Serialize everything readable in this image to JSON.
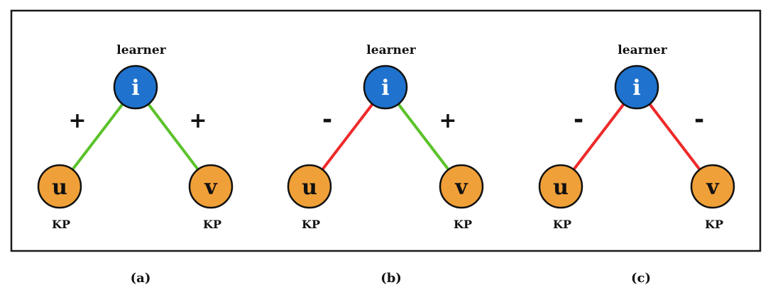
{
  "colors": {
    "frame": "#1a1a1a",
    "learner_node": "#1f73cf",
    "kp_node": "#f0a038",
    "positive_edge": "#5ac229",
    "negative_edge": "#ee2a2a",
    "node_outline": "#111111",
    "learner_letter": "#ffffff",
    "kp_letter": "#111111"
  },
  "icons": {
    "positive": "plus-sign",
    "negative": "minus-sign"
  },
  "panels": [
    {
      "caption": "(a)",
      "learner_label": "learner",
      "learner_letter": "i",
      "left_node": {
        "letter": "u",
        "label": "KP"
      },
      "right_node": {
        "letter": "v",
        "label": "KP"
      },
      "left_edge": {
        "polarity": "positive",
        "sign": "+"
      },
      "right_edge": {
        "polarity": "positive",
        "sign": "+"
      }
    },
    {
      "caption": "(b)",
      "learner_label": "learner",
      "learner_letter": "i",
      "left_node": {
        "letter": "u",
        "label": "KP"
      },
      "right_node": {
        "letter": "v",
        "label": "KP"
      },
      "left_edge": {
        "polarity": "negative",
        "sign": "-"
      },
      "right_edge": {
        "polarity": "positive",
        "sign": "+"
      }
    },
    {
      "caption": "(c)",
      "learner_label": "learner",
      "learner_letter": "i",
      "left_node": {
        "letter": "u",
        "label": "KP"
      },
      "right_node": {
        "letter": "v",
        "label": "KP"
      },
      "left_edge": {
        "polarity": "negative",
        "sign": "-"
      },
      "right_edge": {
        "polarity": "negative",
        "sign": "-"
      }
    }
  ]
}
